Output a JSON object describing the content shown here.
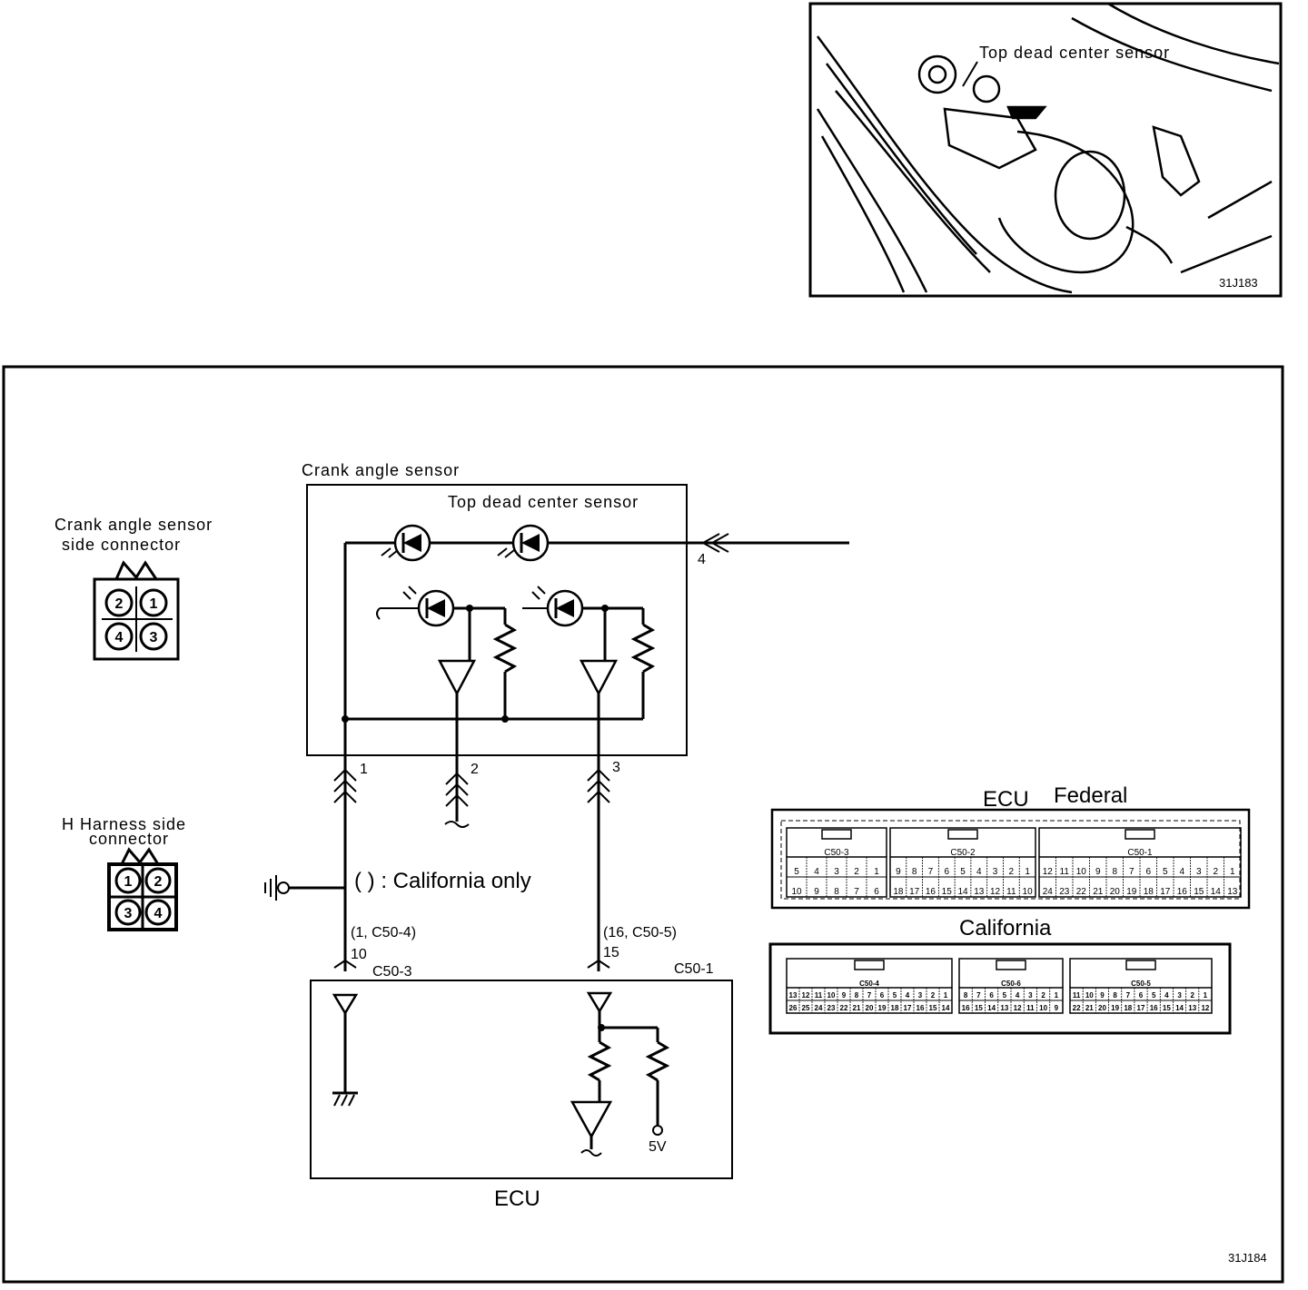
{
  "photo": {
    "caption": "Top dead center sensor",
    "figure_id": "31J183"
  },
  "diagram": {
    "figure_id": "31J184",
    "sensor_box_title": "Crank angle sensor",
    "tdc_label": "Top dead center sensor",
    "ecu_label": "ECU",
    "ecu_pin_left": "C50-3",
    "ecu_pin_right": "C50-1",
    "supply_label": "5V",
    "wire_note_left_alt": "(1, C50-4)",
    "wire_note_left_num": "10",
    "wire_note_right_alt": "(16, C50-5)",
    "wire_note_right_num": "15",
    "california_note": "(        ) : California only",
    "pins": {
      "p1": "1",
      "p2": "2",
      "p3": "3",
      "p4": "4"
    }
  },
  "crank_connector": {
    "title_line1": "Crank angle sensor",
    "title_line2": "side connector",
    "pins": [
      "2",
      "1",
      "4",
      "3"
    ]
  },
  "harness_connector": {
    "title_line1": "H  Harness side",
    "title_line2": "connector",
    "pins": [
      "1",
      "2",
      "3",
      "4"
    ]
  },
  "ecu_federal": {
    "title_ecu": "ECU",
    "title_variant": "Federal",
    "connectors": [
      {
        "name": "C50-3",
        "top": [
          "5",
          "4",
          "3",
          "2",
          "1"
        ],
        "bottom": [
          "10",
          "9",
          "8",
          "7",
          "6"
        ]
      },
      {
        "name": "C50-2",
        "top": [
          "9",
          "8",
          "7",
          "6",
          "5",
          "4",
          "3",
          "2",
          "1"
        ],
        "bottom": [
          "18",
          "17",
          "16",
          "15",
          "14",
          "13",
          "12",
          "11",
          "10"
        ]
      },
      {
        "name": "C50-1",
        "top": [
          "12",
          "11",
          "10",
          "9",
          "8",
          "7",
          "6",
          "5",
          "4",
          "3",
          "2",
          "1"
        ],
        "bottom": [
          "24",
          "23",
          "22",
          "21",
          "20",
          "19",
          "18",
          "17",
          "16",
          "15",
          "14",
          "13"
        ]
      }
    ]
  },
  "ecu_california": {
    "title": "California",
    "connectors": [
      {
        "name": "C50-4",
        "top": [
          "13",
          "12",
          "11",
          "10",
          "9",
          "8",
          "7",
          "6",
          "5",
          "4",
          "3",
          "2",
          "1"
        ],
        "bottom": [
          "26",
          "25",
          "24",
          "23",
          "22",
          "21",
          "20",
          "19",
          "18",
          "17",
          "16",
          "15",
          "14"
        ]
      },
      {
        "name": "C50-6",
        "top": [
          "8",
          "7",
          "6",
          "5",
          "4",
          "3",
          "2",
          "1"
        ],
        "bottom": [
          "16",
          "15",
          "14",
          "13",
          "12",
          "11",
          "10",
          "9"
        ]
      },
      {
        "name": "C50-5",
        "top": [
          "11",
          "10",
          "9",
          "8",
          "7",
          "6",
          "5",
          "4",
          "3",
          "2",
          "1"
        ],
        "bottom": [
          "22",
          "21",
          "20",
          "19",
          "18",
          "17",
          "16",
          "15",
          "14",
          "13",
          "12"
        ]
      }
    ]
  }
}
